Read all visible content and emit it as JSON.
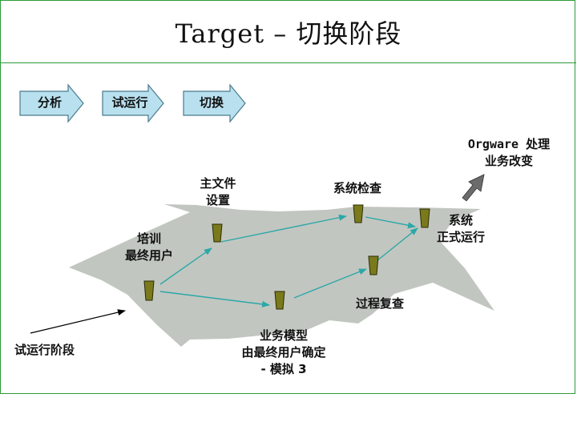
{
  "title": "Target – 切换阶段",
  "steps": [
    {
      "label": "分析"
    },
    {
      "label": "试运行"
    },
    {
      "label": "切换"
    }
  ],
  "nodes": {
    "training": [
      "培训",
      "最终用户"
    ],
    "master_file": [
      "主文件",
      "设置"
    ],
    "system_check": "系统检查",
    "go_live": [
      "系统",
      "正式运行"
    ],
    "process_review": "过程复查",
    "business_model": [
      "业务模型",
      "由最终用户确定",
      "- 模拟 3"
    ]
  },
  "trial_run_phase": "试运行阶段",
  "orgware": [
    "Orgware 处理",
    "业务改变"
  ],
  "colors": {
    "frame": "#2e9a3a",
    "chevron_fill": "#b8e0ef",
    "chevron_stroke": "#4a7a8a",
    "plane": "#c2c6c0",
    "marker": "#7a7a1c",
    "flow_arrow": "#2aa8a8",
    "orgware_arrow": "#6b6b6b"
  }
}
